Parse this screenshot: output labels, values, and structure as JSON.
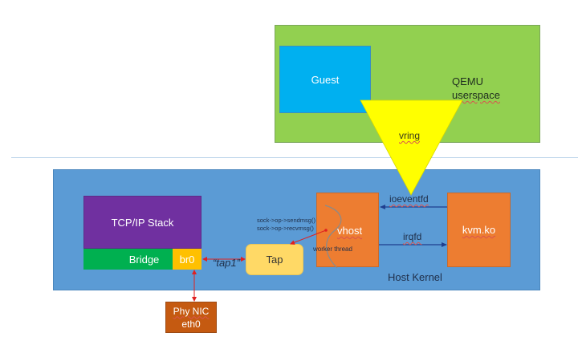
{
  "userspace": {
    "qemu_label_line1": "QEMU",
    "qemu_label_line2": "userspace",
    "guest_label": "Guest",
    "vring_label": "vring"
  },
  "kernel": {
    "host_label": "Host Kernel",
    "tcpip_label": "TCP/IP Stack",
    "bridge_label": "Bridge",
    "br0_label": "br0",
    "tap_label": "Tap",
    "tap1_label": "“tap1”",
    "vhost_label": "vhost",
    "worker_label": "worker thread",
    "kvm_label": "kvm.ko",
    "ioeventfd_label": "ioeventfd",
    "irqfd_label": "irqfd",
    "sendmsg_label": "sock->op->sendmsg()",
    "recvmsg_label": "sock->op->recvmsg()"
  },
  "nic": {
    "line1": "Phy NIC",
    "line2": "eth0"
  },
  "colors": {
    "qemu": "#92d050",
    "guest": "#00b0f0",
    "vring": "#ffff00",
    "host_kernel": "#5b9bd5",
    "tcpip": "#7030a0",
    "bridge": "#00b050",
    "br0": "#ffc000",
    "tap": "#ffd966",
    "vhost": "#ed7d31",
    "kvm": "#ed7d31",
    "nic": "#c55a11",
    "red_arrow": "#e02020",
    "blue_arrow": "#1f3f8f"
  }
}
